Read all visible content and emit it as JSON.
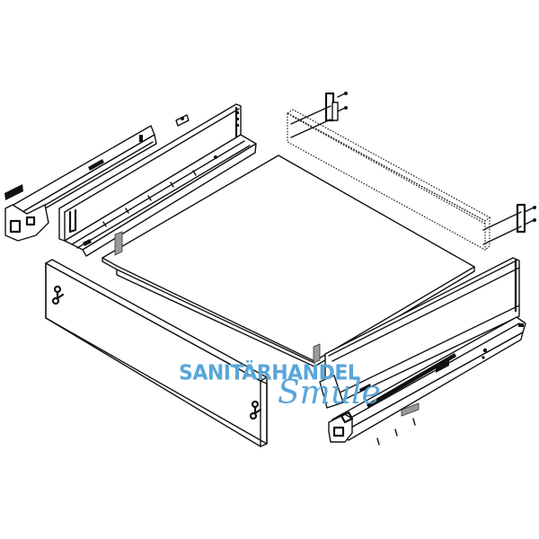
{
  "figure": {
    "subject": "Drawer assembly exploded view",
    "parts": [
      {
        "name": "left-drawer-runner"
      },
      {
        "name": "left-drawer-side-panel"
      },
      {
        "name": "back-panel-dotted"
      },
      {
        "name": "back-panel-brackets"
      },
      {
        "name": "drawer-bottom-plate"
      },
      {
        "name": "front-panel"
      },
      {
        "name": "right-drawer-side-panel"
      },
      {
        "name": "right-drawer-runner"
      },
      {
        "name": "bottom-clips"
      }
    ],
    "colors": {
      "line": "#111111",
      "clip_fill": "#9a9a9a",
      "background": "#ffffff",
      "watermark": "#5aa6d9"
    }
  },
  "watermark": {
    "line1": "SANITÄRHANDEL",
    "line2": "Smule"
  }
}
